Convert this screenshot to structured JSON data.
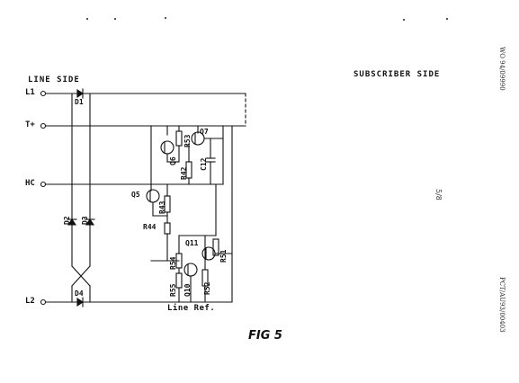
{
  "header": {
    "line_side": "LINE SIDE",
    "subscriber_side": "SUBSCRIBER SIDE"
  },
  "terminals": {
    "l1": "L1",
    "t_plus": "T+",
    "hc": "HC",
    "l2": "L2"
  },
  "components": {
    "d1": "D1",
    "d2": "D2",
    "d3": "D3",
    "d4": "D4",
    "q5": "Q5",
    "q6": "Q6",
    "q7": "Q7",
    "q10": "Q10",
    "q11": "Q11",
    "r42": "R42",
    "r43": "R43",
    "r44": "R44",
    "r51": "R51",
    "r52": "R52",
    "r53": "R53",
    "r54": "R54",
    "r55": "R55",
    "c12": "C12"
  },
  "line_ref": "Line Ref.",
  "figure_caption": "FIG 5",
  "page_number": "5/8",
  "margin": {
    "publication": "WO 94/09990",
    "application": "PCT/AU93/00403"
  },
  "colors": {
    "ink": "#111111",
    "paper": "#ffffff"
  }
}
